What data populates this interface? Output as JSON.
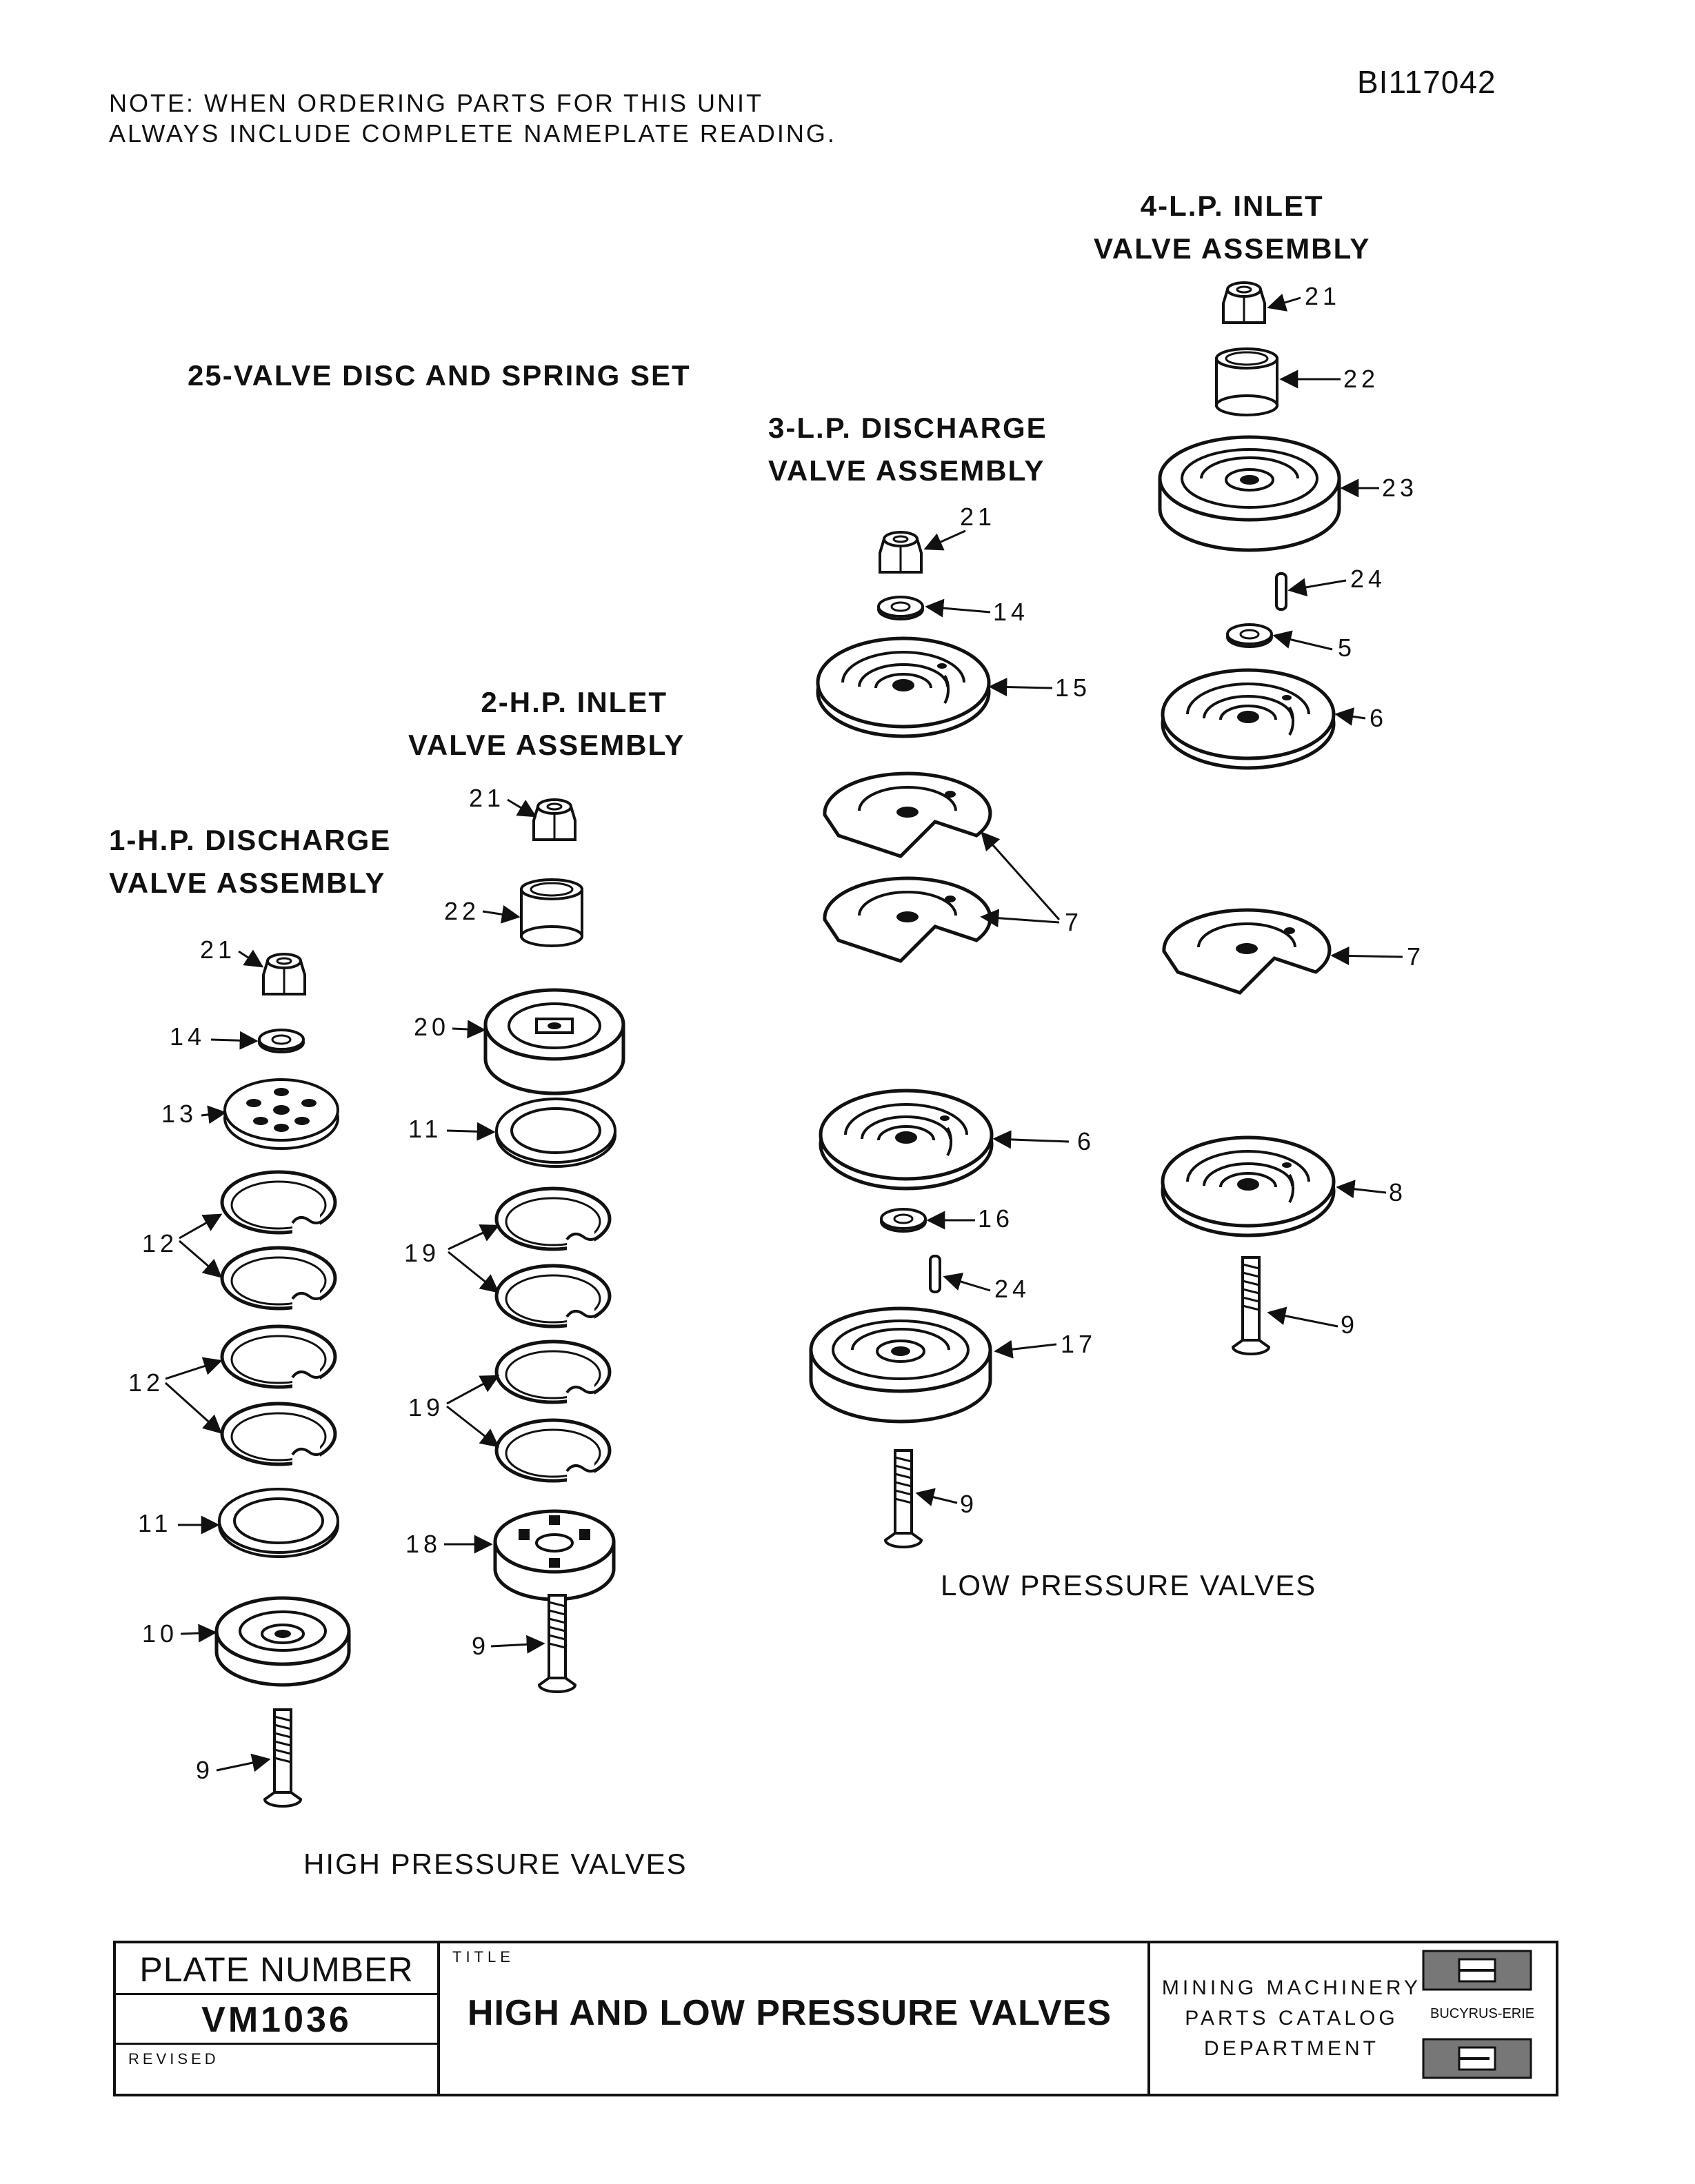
{
  "header": {
    "note_line1": "NOTE:  WHEN ORDERING PARTS FOR THIS UNIT",
    "note_line2": "ALWAYS INCLUDE COMPLETE NAMEPLATE READING.",
    "document_id": "BI117042"
  },
  "assemblies": {
    "hp_discharge": {
      "line1": "1-H.P. DISCHARGE",
      "line2": "VALVE ASSEMBLY"
    },
    "hp_inlet": {
      "line1": "2-H.P. INLET",
      "line2": "VALVE ASSEMBLY"
    },
    "lp_discharge": {
      "line1": "3-L.P. DISCHARGE",
      "line2": "VALVE ASSEMBLY"
    },
    "lp_inlet": {
      "line1": "4-L.P. INLET",
      "line2": "VALVE ASSEMBLY"
    },
    "disc_spring_set": "25-VALVE DISC AND SPRING SET"
  },
  "sections": {
    "high_pressure": "HIGH PRESSURE VALVES",
    "low_pressure": "LOW PRESSURE VALVES"
  },
  "callouts": {
    "hp_discharge": [
      "21",
      "14",
      "13",
      "12",
      "12",
      "11",
      "10",
      "9"
    ],
    "hp_inlet": [
      "21",
      "22",
      "20",
      "11",
      "19",
      "19",
      "18",
      "9"
    ],
    "lp_discharge": [
      "21",
      "14",
      "15",
      "7",
      "6",
      "16",
      "24",
      "17",
      "9"
    ],
    "lp_inlet": [
      "21",
      "22",
      "23",
      "24",
      "5",
      "6",
      "7",
      "8",
      "9"
    ]
  },
  "title_block": {
    "plate_label": "PLATE NUMBER",
    "plate_number": "VM1036",
    "revised_label": "REVISED",
    "title_label": "TITLE",
    "title": "HIGH AND LOW PRESSURE VALVES",
    "dept_line1": "MINING MACHINERY",
    "dept_line2": "PARTS CATALOG",
    "dept_line3": "DEPARTMENT",
    "logo_text": "BUCYRUS-ERIE"
  }
}
